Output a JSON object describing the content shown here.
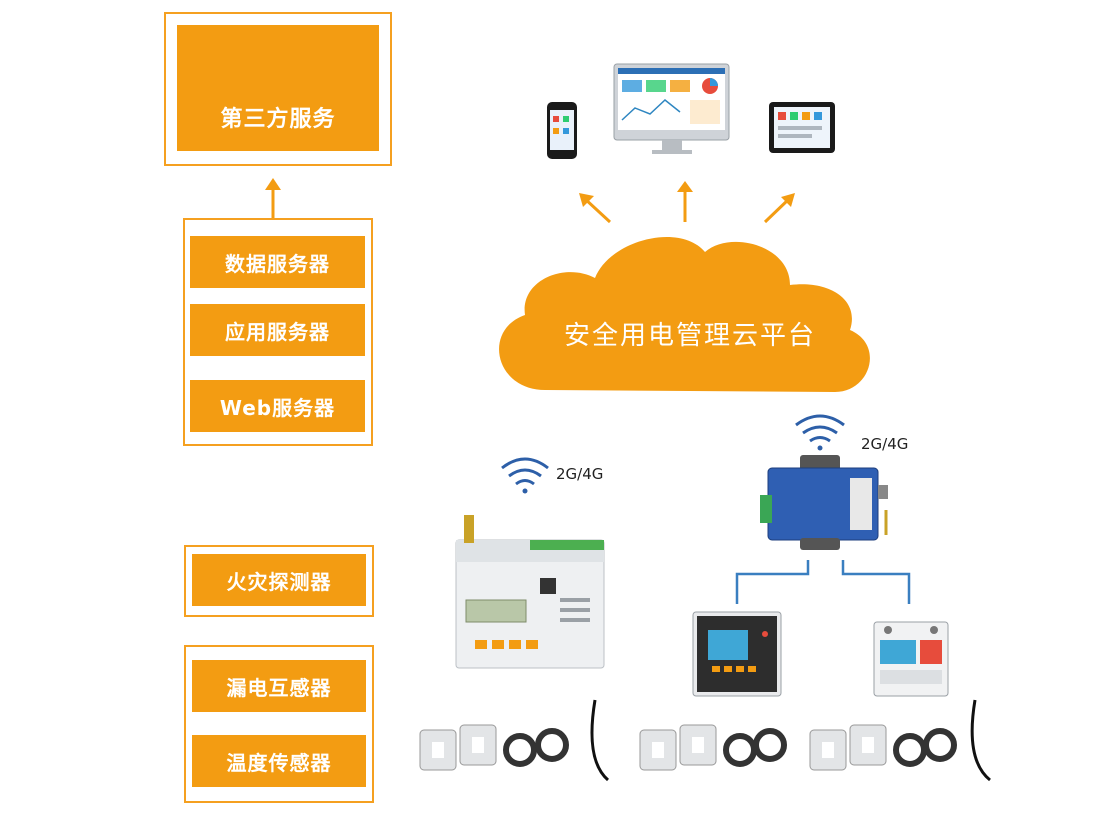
{
  "third_party": {
    "label": "第三方服务"
  },
  "servers": [
    "数据服务器",
    "应用服务器",
    "Web服务器"
  ],
  "cloud": {
    "label": "安全用电管理云平台"
  },
  "sensors": {
    "fire": "火灾探测器",
    "group": [
      "漏电互感器",
      "温度传感器"
    ]
  },
  "wireless": {
    "left": "2G/4G",
    "right": "2G/4G"
  },
  "colors": {
    "accent": "#f39c12",
    "frame": "#f5a020",
    "line": "#3a7fc0",
    "wifi": "#2d5fa8"
  }
}
